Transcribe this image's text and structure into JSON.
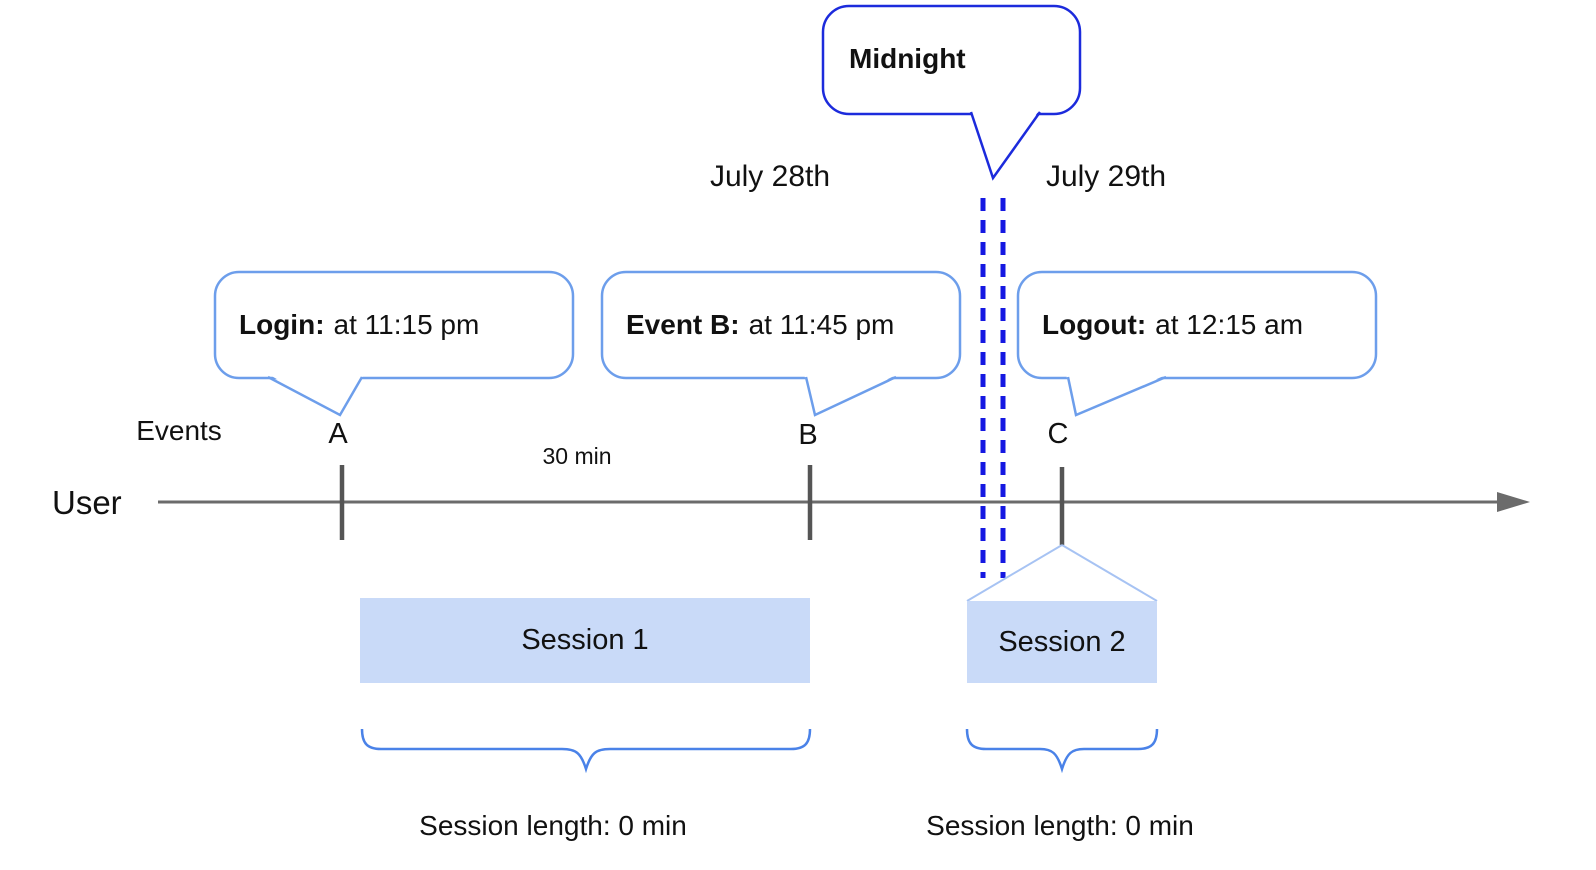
{
  "dates": {
    "left": "July 28th",
    "right": "July 29th"
  },
  "midnight_callout": {
    "label": "Midnight"
  },
  "event_callouts": {
    "login": {
      "label": "Login:",
      "time": "at 11:15 pm"
    },
    "event_b": {
      "label": "Event B:",
      "time": "at 11:45 pm"
    },
    "logout": {
      "label": "Logout:",
      "time": "at 12:15 am"
    }
  },
  "timeline": {
    "row_label": "User",
    "events_label": "Events",
    "markers": {
      "a": "A",
      "b": "B",
      "c": "C"
    },
    "interval_label": "30 min"
  },
  "sessions": {
    "session1": {
      "name": "Session 1",
      "length_label": "Session length: 0 min"
    },
    "session2": {
      "name": "Session 2",
      "length_label": "Session length: 0 min"
    }
  },
  "colors": {
    "callout_border": "#6d9eeb",
    "midnight_border": "#1c2bdc",
    "midnight_divider_dashes": "#1518e2",
    "session_fill": "#c9daf8",
    "brace": "#4a82e8",
    "funnel": "#a7c3f3",
    "axis": "#6b6b6b",
    "tick": "#555555",
    "text": "#111111"
  }
}
